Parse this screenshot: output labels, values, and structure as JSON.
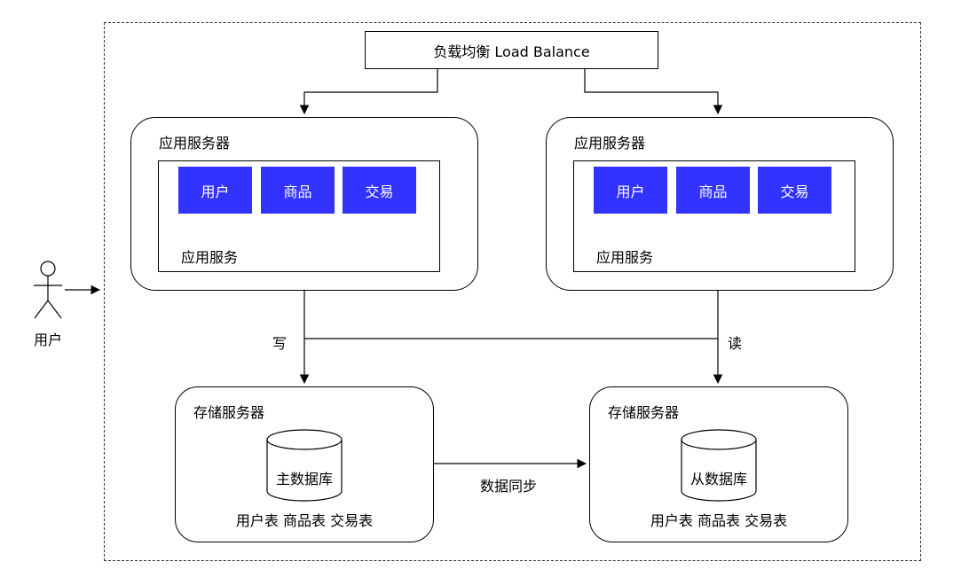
{
  "load_balancer": {
    "label": "负载均衡 Load Balance"
  },
  "actor": {
    "label": "用户"
  },
  "app_servers": [
    {
      "title": "应用服务器",
      "service_label": "应用服务",
      "modules": [
        "用户",
        "商品",
        "交易"
      ]
    },
    {
      "title": "应用服务器",
      "service_label": "应用服务",
      "modules": [
        "用户",
        "商品",
        "交易"
      ]
    }
  ],
  "storage_servers": [
    {
      "title": "存储服务器",
      "database": "主数据库",
      "tables": "用户表 商品表 交易表"
    },
    {
      "title": "存储服务器",
      "database": "从数据库",
      "tables": "用户表 商品表 交易表"
    }
  ],
  "edges": {
    "write": "写",
    "read": "读",
    "sync": "数据同步"
  },
  "colors": {
    "module_fill": "#3333ff",
    "module_text": "#ffffff",
    "line": "#000000"
  }
}
